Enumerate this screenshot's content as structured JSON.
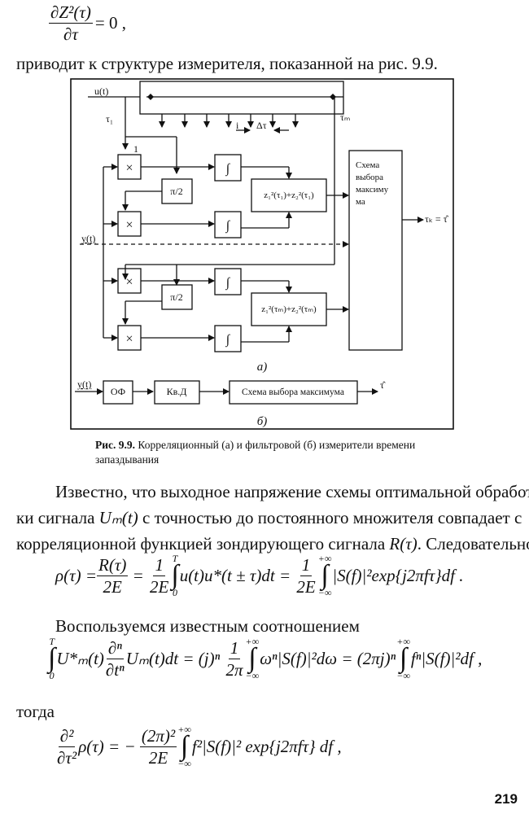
{
  "page": {
    "number": "219"
  },
  "top_equation": {
    "numerator": "∂Z²(τ)",
    "denominator": "∂τ",
    "rhs": "= 0 ,"
  },
  "paragraph_intro": "приводит к структуре измерителя, показанной на рис. 9.9.",
  "figure": {
    "part_a": {
      "label": "а)",
      "input_u": "u(t)",
      "input_y": "y(t)",
      "tau_1": "τ₁",
      "tau_m": "τₘ",
      "tap_i": "i",
      "delta_tau": "Δτ",
      "index_1": "1",
      "multiplier_symbol": "×",
      "integrator_symbol": "∫",
      "phase_shift": "π/2",
      "sum_block_1": "z₁²(τ₁)+z₂²(τ₁)",
      "sum_block_m": "z₁²(τₘ)+z₂²(τₘ)",
      "max_select_lines": [
        "Схема",
        "выбора",
        "максиму",
        "ма"
      ],
      "output": "τₖ = τ̂"
    },
    "part_b": {
      "label": "б)",
      "input": "y(t)",
      "blocks": [
        "ОФ",
        "Кв.Д",
        "Схема выбора максимума"
      ],
      "output": "τ̂"
    },
    "caption_bold": "Рис. 9.9.",
    "caption_text": " Корреляционный (а) и фильтровой (б) измерители времени",
    "caption_line2": "запаздывания"
  },
  "paragraph_known": {
    "line1": "Известно, что выходное напряжение схемы оптимальной обработ-",
    "line2_a": "ки сигнала",
    "line2_math": "Uₘ(t)",
    "line2_b": "с точностью до постоянного множителя совпадает с",
    "line3_a": "корреляционной функцией зондирующего сигнала",
    "line3_math": "R(τ)",
    "line3_b": ". Следовательно,"
  },
  "equation_rho": {
    "lhs": "ρ(τ) =",
    "frac1_num": "R(τ)",
    "frac1_den": "2E",
    "frac2_num": "1",
    "frac2_den": "2E",
    "int1_upper": "T",
    "int1_lower": "0",
    "int1_body": "u(t)u*(t ± τ)dt =",
    "frac3_num": "1",
    "frac3_den": "2E",
    "int2_upper": "+∞",
    "int2_lower": "−∞",
    "int2_body": "|S(f)|²exp{j2πfτ}df ."
  },
  "paragraph_use": "Воспользуемся известным соотношением",
  "equation_relation": {
    "int1_upper": "T",
    "int1_lower": "0",
    "part1": "U*ₘ(t)",
    "deriv_num": "∂ⁿ",
    "deriv_den": "∂tⁿ",
    "part2": "Uₘ(t)dt = (j)ⁿ",
    "frac_num": "1",
    "frac_den": "2π",
    "int2_upper": "+∞",
    "int2_lower": "−∞",
    "part3": "ωⁿ|S(f)|²dω = (2πj)ⁿ",
    "int3_upper": "+∞",
    "int3_lower": "−∞",
    "part4": "fⁿ|S(f)|²df ,"
  },
  "word_then": "тогда",
  "equation_second_deriv": {
    "deriv_num": "∂²",
    "deriv_den": "∂τ²",
    "lhs_rest": "ρ(τ) = −",
    "frac_num": "(2π)²",
    "frac_den": "2E",
    "int_upper": "+∞",
    "int_lower": "−∞",
    "body": "f²|S(f)|² exp{j2πfτ} df ,"
  }
}
